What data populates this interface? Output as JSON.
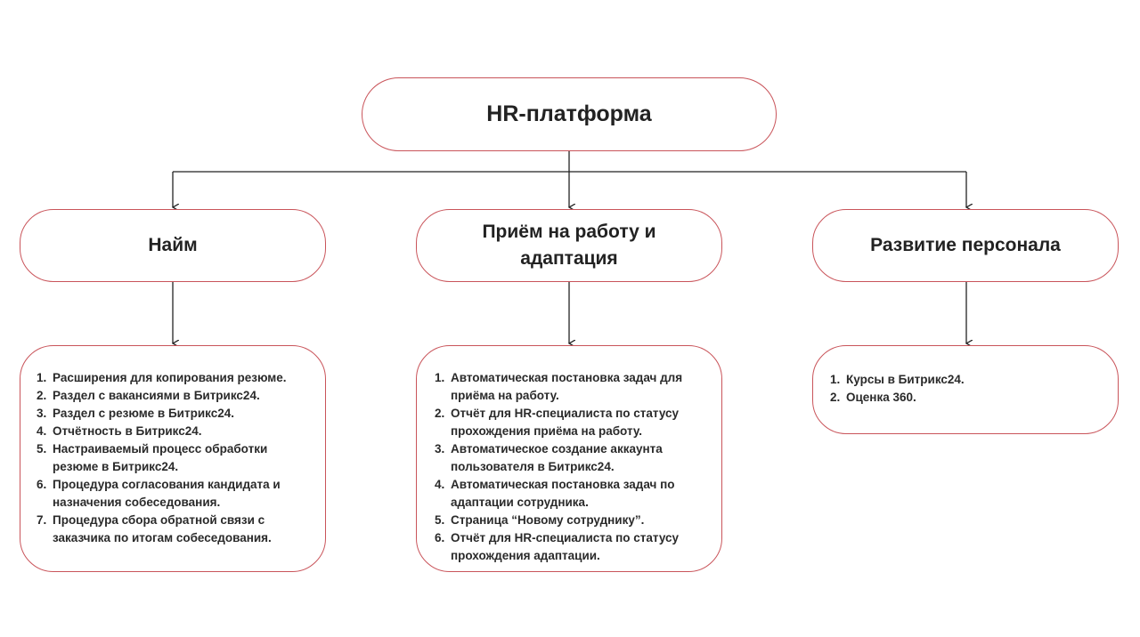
{
  "root": {
    "label": "HR-платформа"
  },
  "branches": [
    {
      "title": "Найм",
      "items": [
        "Расширения для копирования резюме.",
        "Раздел с вакансиями в Битрикс24.",
        "Раздел с резюме в Битрикс24.",
        "Отчётность в Битрикс24.",
        "Настраиваемый процесс обработки резюме в Битрикс24.",
        "Процедура согласования кандидата и назначения собеседования.",
        "Процедура сбора обратной связи с заказчика по итогам собеседования."
      ]
    },
    {
      "title": "Приём на работу и\nадаптация",
      "items": [
        "Автоматическая постановка задач для приёма на работу.",
        "Отчёт для HR-специалиста по статусу прохождения приёма на работу.",
        "Автоматическое создание аккаунта пользователя в Битрикс24.",
        "Автоматическая постановка задач по адаптации сотрудника.",
        "Страница “Новому сотруднику”.",
        "Отчёт для HR-специалиста по статусу прохождения адаптации."
      ]
    },
    {
      "title": "Развитие персонала",
      "items": [
        "Курсы в Битрикс24.",
        "Оценка 360."
      ]
    }
  ],
  "colors": {
    "node_border": "#c9545a",
    "connector": "#222222"
  }
}
